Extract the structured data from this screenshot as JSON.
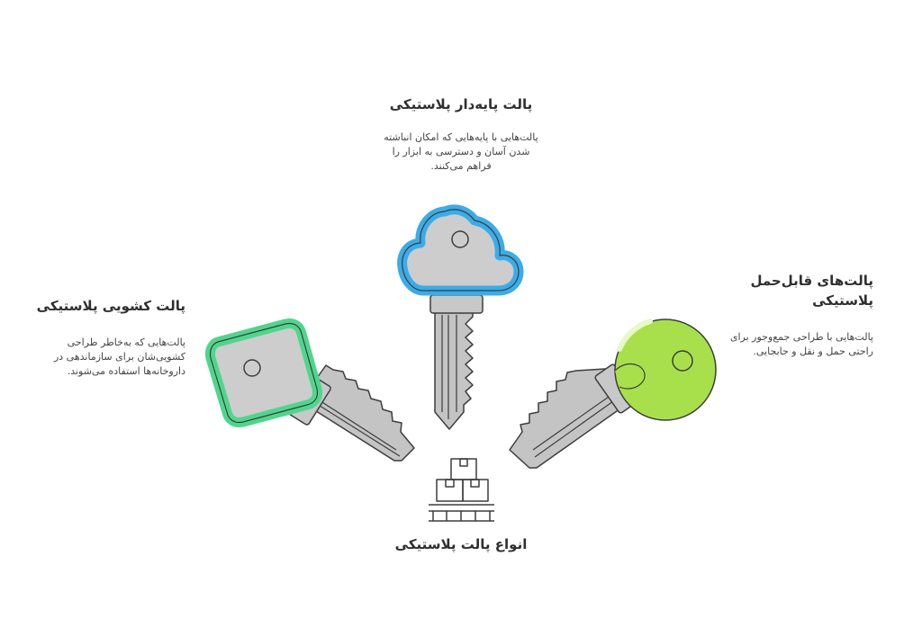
{
  "top_key": {
    "title": "پالت پایه‌دار پلاستیکی",
    "description": "پالت‌هایی با پایه‌هایی که امکان انباشته شدن آسان و دسترسی به ابزار را فراهم می‌کنند."
  },
  "left_key": {
    "title": "پالت کشویی پلاستیکی",
    "description": "پالت‌هایی که به‌خاطر طراحی کشویی‌شان برای سازماندهی در داروخانه‌ها استفاده می‌شوند."
  },
  "right_key": {
    "title": "پالت‌های قابل‌حمل پلاستیکی",
    "description": "پالت‌هایی با طراحی جمع‌وجور برای راحتی حمل و نقل و جابجایی."
  },
  "center": {
    "caption": "انواع پالت پلاستیکی",
    "icon": "pallet-boxes-icon"
  },
  "colors": {
    "top_key_head": "#cdcdcd",
    "top_key_outline": "#3aace8",
    "left_key_head": "#cdcdcd",
    "left_key_outline": "#4fd68c",
    "right_key_head": "#a8e04c",
    "shaft": "#c4c4c4",
    "stroke": "#3d3d3d"
  }
}
